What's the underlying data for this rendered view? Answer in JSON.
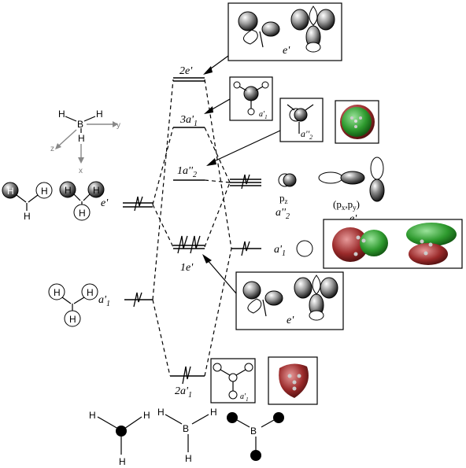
{
  "levels": {
    "e2": "2e'",
    "a3": "3a'",
    "a3_sub": "1",
    "a2pp": "1a''",
    "a2pp_sub": "2",
    "e1": "1e'",
    "a2": "2a'",
    "a2_sub": "1"
  },
  "fragments": {
    "left_e": "e'",
    "left_a": "a'",
    "left_a_sub": "1",
    "right_pz": "p",
    "right_pz_sub": "z",
    "right_a2pp": "a''",
    "right_a2pp_sub": "2",
    "right_pxpy_open": "(p",
    "right_pxpy_x": "x",
    "right_pxpy_mid": ",p",
    "right_pxpy_y": "y",
    "right_pxpy_close": ")",
    "right_e": "e'",
    "right_a1": "a'",
    "right_a1_sub": "1"
  },
  "inset_labels": {
    "top_e": "e'",
    "mid_e": "e'",
    "a1_small_top": "a'",
    "a1_small_top_sub": "1",
    "a1_small_bottom": "a'",
    "a1_small_bottom_sub": "1",
    "a2pp_box": "a''",
    "a2pp_box_sub": "2"
  },
  "atoms": {
    "H": "H",
    "B": "B"
  },
  "axes": {
    "x": "x",
    "y": "y",
    "z": "z"
  },
  "colors": {
    "green": "#2e9a2e",
    "red": "#9a2a2a",
    "gray": "#7a7a7a"
  }
}
